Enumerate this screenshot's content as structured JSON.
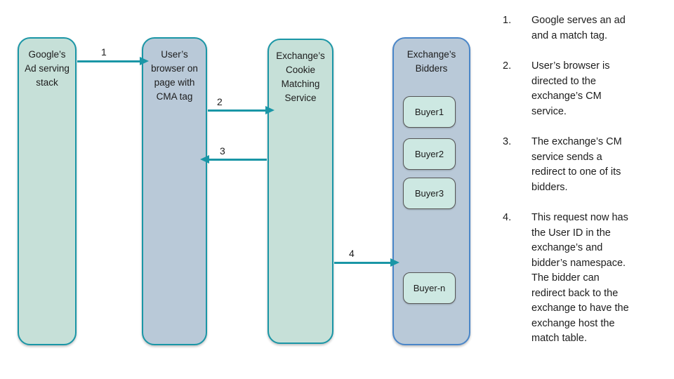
{
  "colors": {
    "tealBorder": "#1a96a6",
    "greenFill": "#c6e0d8",
    "blueFill": "#b9c9d8",
    "blueBorder": "#4a86c8",
    "buyerFill": "#cde8e2",
    "buyerBorder": "#555555",
    "arrow": "#1a96a6",
    "ink": "#1c1c1c"
  },
  "diagram": {
    "nodes": [
      {
        "id": "google",
        "label": "Google’s\nAd serving\nstack"
      },
      {
        "id": "browser",
        "label": "User’s\nbrowser on\npage with\nCMA tag"
      },
      {
        "id": "cm",
        "label": "Exchange’s\nCookie\nMatching\nService"
      },
      {
        "id": "bidders",
        "label": "Exchange’s\nBidders"
      }
    ],
    "buyers": [
      {
        "label": "Buyer1"
      },
      {
        "label": "Buyer2"
      },
      {
        "label": "Buyer3"
      },
      {
        "label": "Buyer-n"
      }
    ],
    "arrows": [
      {
        "label": "1",
        "from": "google",
        "to": "browser",
        "direction": "right"
      },
      {
        "label": "2",
        "from": "browser",
        "to": "cm",
        "direction": "right"
      },
      {
        "label": "3",
        "from": "cm",
        "to": "browser",
        "direction": "left"
      },
      {
        "label": "4",
        "from": "cm",
        "to": "bidders",
        "direction": "right"
      }
    ]
  },
  "notes": {
    "items": [
      {
        "number": "1.",
        "text": "Google serves an ad\nand a match tag."
      },
      {
        "number": "2.",
        "text": "User’s browser is\ndirected to the\nexchange’s CM\nservice."
      },
      {
        "number": "3.",
        "text": "The exchange’s CM\nservice sends a\nredirect to one of its\nbidders."
      },
      {
        "number": "4.",
        "text": "This request now has\nthe User ID in the\nexchange’s and\nbidder’s namespace.\nThe bidder can\nredirect back to the\nexchange to have the\nexchange host the\nmatch table."
      }
    ]
  }
}
